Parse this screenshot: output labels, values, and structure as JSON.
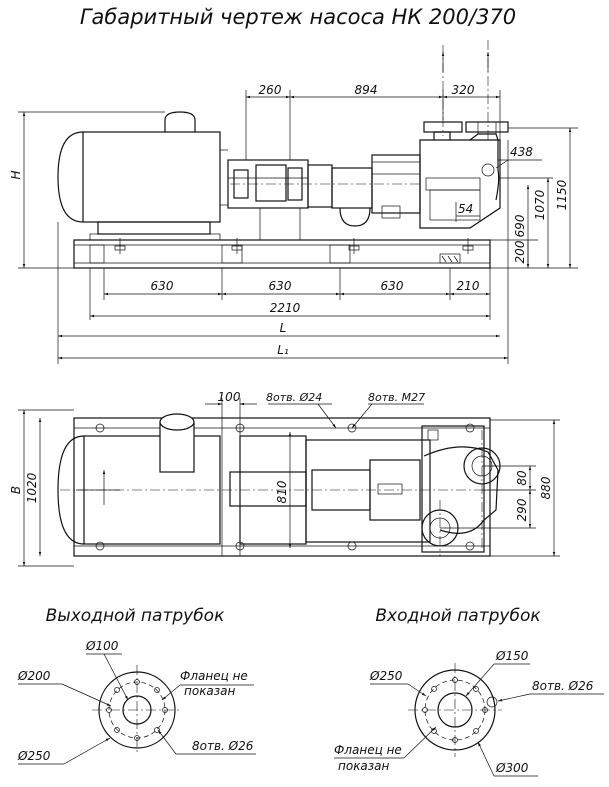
{
  "title": "Габаритный чертеж насоса НК 200/370",
  "side_view": {
    "dims": {
      "d260": "260",
      "d894": "894",
      "d320": "320",
      "d438": "438",
      "d54": "54",
      "d200": "200",
      "d690": "690",
      "d1070": "1070",
      "d1150": "1150",
      "H": "H",
      "d630a": "630",
      "d630b": "630",
      "d630c": "630",
      "d210": "210",
      "d2210": "2210",
      "L": "L",
      "L1": "L₁"
    }
  },
  "top_view": {
    "dims": {
      "d100": "100",
      "holes24": "8отв. Ø24",
      "holesM27": "8отв. М27",
      "B": "B",
      "d1020": "1020",
      "d810": "810",
      "d290": "290",
      "d80": "80",
      "d880": "880"
    }
  },
  "outlet": {
    "title": "Выходной патрубок",
    "d100": "Ø100",
    "d200": "Ø200",
    "d250": "Ø250",
    "note_line1": "Фланец не",
    "note_line2": "показан",
    "holes": "8отв. Ø26"
  },
  "inlet": {
    "title": "Входной патрубок",
    "d150": "Ø150",
    "d250": "Ø250",
    "holes": "8отв. Ø26",
    "note_line1": "Фланец не",
    "note_line2": "показан",
    "d300": "Ø300"
  }
}
